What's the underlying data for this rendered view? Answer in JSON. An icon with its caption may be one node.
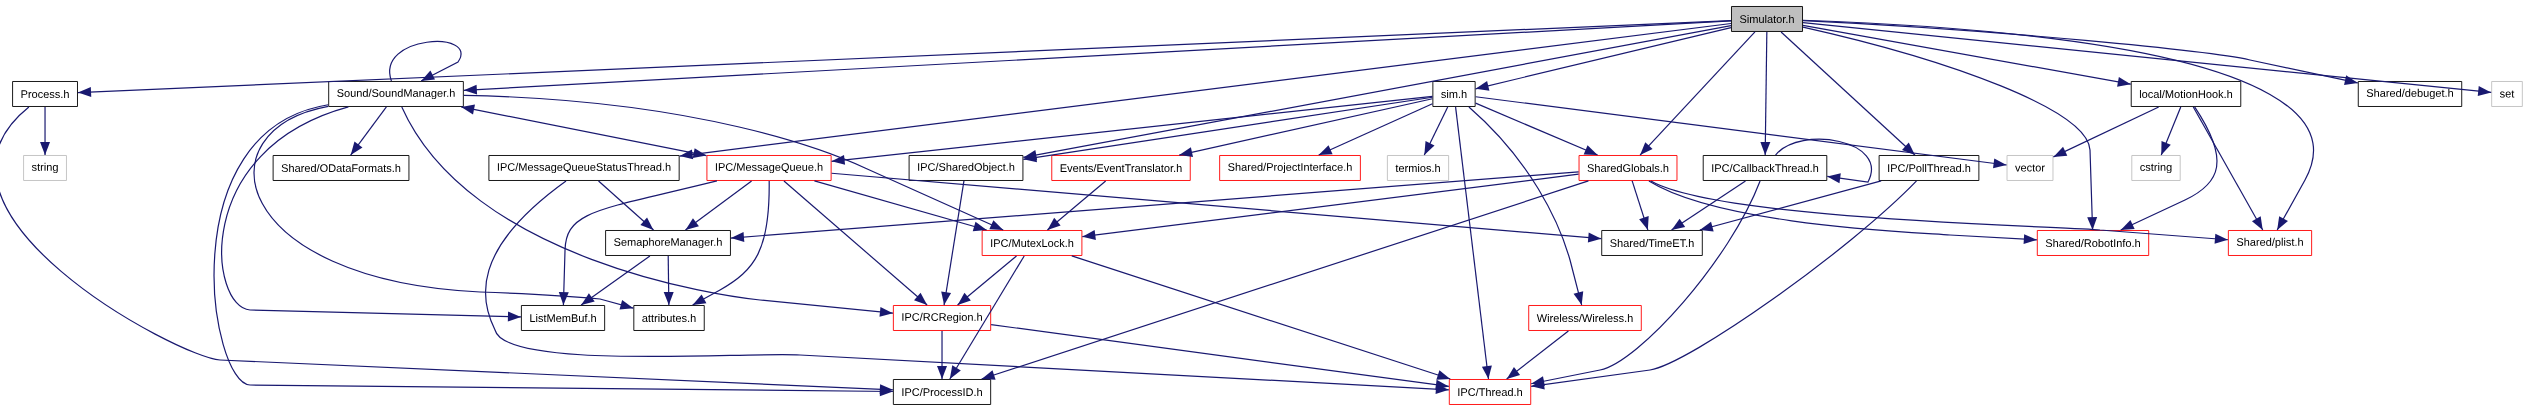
{
  "diagram": {
    "nodes": [
      {
        "text": [
          "Simulator.h"
        ]
      },
      {
        "text": [
          "Process.h"
        ]
      },
      {
        "text": [
          "Sound/SoundManager.h"
        ]
      },
      {
        "text": [
          "sim.h"
        ]
      },
      {
        "text": [
          "local/MotionHook.h"
        ]
      },
      {
        "text": [
          "Shared/debuget.h"
        ]
      },
      {
        "text": [
          "set"
        ]
      },
      {
        "text": [
          "string"
        ]
      },
      {
        "text": [
          "Shared/ODataFormats.h"
        ]
      },
      {
        "text": [
          "IPC/MessageQueueStatusThread.h"
        ]
      },
      {
        "text": [
          "IPC/MessageQueue.h"
        ]
      },
      {
        "text": [
          "IPC/SharedObject.h"
        ]
      },
      {
        "text": [
          "Events/EventTranslator.h"
        ]
      },
      {
        "text": [
          "Shared/ProjectInterface.h"
        ]
      },
      {
        "text": [
          "termios.h"
        ]
      },
      {
        "text": [
          "SharedGlobals.h"
        ]
      },
      {
        "text": [
          "IPC/CallbackThread.h"
        ]
      },
      {
        "text": [
          "IPC/PollThread.h"
        ]
      },
      {
        "text": [
          "vector"
        ]
      },
      {
        "text": [
          "cstring"
        ]
      },
      {
        "text": [
          "SemaphoreManager.h"
        ]
      },
      {
        "text": [
          "IPC/MutexLock.h"
        ]
      },
      {
        "text": [
          "Shared/TimeET.h"
        ]
      },
      {
        "text": [
          "Shared/RobotInfo.h"
        ]
      },
      {
        "text": [
          "Shared/plist.h"
        ]
      },
      {
        "text": [
          "ListMemBuf.h"
        ]
      },
      {
        "text": [
          "attributes.h"
        ]
      },
      {
        "text": [
          "IPC/RCRegion.h"
        ]
      },
      {
        "text": [
          "Wireless/Wireless.h"
        ]
      },
      {
        "text": [
          "IPC/ProcessID.h"
        ]
      },
      {
        "text": [
          "IPC/Thread.h"
        ]
      }
    ],
    "edges": [
      {
        "from": 0,
        "to": 1,
        "arrow": "to"
      },
      {
        "from": 0,
        "to": 2,
        "arrow": "to"
      },
      {
        "from": 0,
        "to": 3,
        "arrow": "to"
      },
      {
        "from": 0,
        "to": 4,
        "arrow": "to"
      },
      {
        "from": 0,
        "to": 5,
        "arrow": "to"
      },
      {
        "from": 0,
        "to": 6,
        "arrow": "to"
      },
      {
        "from": 0,
        "to": 9,
        "arrow": "to"
      },
      {
        "from": 0,
        "to": 11,
        "arrow": "to"
      },
      {
        "from": 0,
        "to": 15,
        "arrow": "to"
      },
      {
        "from": 0,
        "to": 16,
        "arrow": "to"
      },
      {
        "from": 0,
        "to": 17,
        "arrow": "to"
      },
      {
        "from": 0,
        "to": 23,
        "arrow": "to"
      },
      {
        "from": 0,
        "to": 24,
        "arrow": "to"
      },
      {
        "from": 1,
        "to": 7,
        "arrow": "to"
      },
      {
        "from": 1,
        "to": 29,
        "arrow": "to"
      },
      {
        "from": 2,
        "to": 2,
        "arrow": "to"
      },
      {
        "from": 2,
        "to": 8,
        "arrow": "to"
      },
      {
        "from": 2,
        "to": 10,
        "arrow": "both"
      },
      {
        "from": 2,
        "to": 21,
        "arrow": "to"
      },
      {
        "from": 2,
        "to": 25,
        "arrow": "to"
      },
      {
        "from": 2,
        "to": 26,
        "arrow": "to"
      },
      {
        "from": 2,
        "to": 27,
        "arrow": "to"
      },
      {
        "from": 2,
        "to": 29,
        "arrow": "to"
      },
      {
        "from": 3,
        "to": 10,
        "arrow": "to"
      },
      {
        "from": 3,
        "to": 11,
        "arrow": "to"
      },
      {
        "from": 3,
        "to": 12,
        "arrow": "to"
      },
      {
        "from": 3,
        "to": 13,
        "arrow": "to"
      },
      {
        "from": 3,
        "to": 14,
        "arrow": "to"
      },
      {
        "from": 3,
        "to": 15,
        "arrow": "to"
      },
      {
        "from": 3,
        "to": 18,
        "arrow": "to"
      },
      {
        "from": 3,
        "to": 28,
        "arrow": "to"
      },
      {
        "from": 3,
        "to": 30,
        "arrow": "to"
      },
      {
        "from": 4,
        "to": 18,
        "arrow": "to"
      },
      {
        "from": 4,
        "to": 19,
        "arrow": "to"
      },
      {
        "from": 4,
        "to": 23,
        "arrow": "to"
      },
      {
        "from": 4,
        "to": 24,
        "arrow": "to"
      },
      {
        "from": 9,
        "to": 20,
        "arrow": "to"
      },
      {
        "from": 9,
        "to": 30,
        "arrow": "to"
      },
      {
        "from": 10,
        "to": 20,
        "arrow": "to"
      },
      {
        "from": 10,
        "to": 25,
        "arrow": "to"
      },
      {
        "from": 10,
        "to": 26,
        "arrow": "to"
      },
      {
        "from": 10,
        "to": 27,
        "arrow": "to"
      },
      {
        "from": 10,
        "to": 21,
        "arrow": "to"
      },
      {
        "from": 10,
        "to": 22,
        "arrow": "to"
      },
      {
        "from": 11,
        "to": 27,
        "arrow": "to"
      },
      {
        "from": 12,
        "to": 21,
        "arrow": "to"
      },
      {
        "from": 15,
        "to": 20,
        "arrow": "to"
      },
      {
        "from": 15,
        "to": 21,
        "arrow": "to"
      },
      {
        "from": 15,
        "to": 29,
        "arrow": "to"
      },
      {
        "from": 15,
        "to": 22,
        "arrow": "to"
      },
      {
        "from": 15,
        "to": 23,
        "arrow": "to"
      },
      {
        "from": 15,
        "to": 24,
        "arrow": "to"
      },
      {
        "from": 16,
        "to": 16,
        "arrow": "to"
      },
      {
        "from": 16,
        "to": 22,
        "arrow": "to"
      },
      {
        "from": 16,
        "to": 30,
        "arrow": "to"
      },
      {
        "from": 17,
        "to": 22,
        "arrow": "to"
      },
      {
        "from": 17,
        "to": 30,
        "arrow": "to"
      },
      {
        "from": 20,
        "to": 25,
        "arrow": "to"
      },
      {
        "from": 20,
        "to": 26,
        "arrow": "to"
      },
      {
        "from": 21,
        "to": 27,
        "arrow": "to"
      },
      {
        "from": 21,
        "to": 29,
        "arrow": "to"
      },
      {
        "from": 21,
        "to": 30,
        "arrow": "to"
      },
      {
        "from": 27,
        "to": 29,
        "arrow": "to"
      },
      {
        "from": 27,
        "to": 30,
        "arrow": "to"
      },
      {
        "from": 28,
        "to": 30,
        "arrow": "to"
      }
    ]
  }
}
